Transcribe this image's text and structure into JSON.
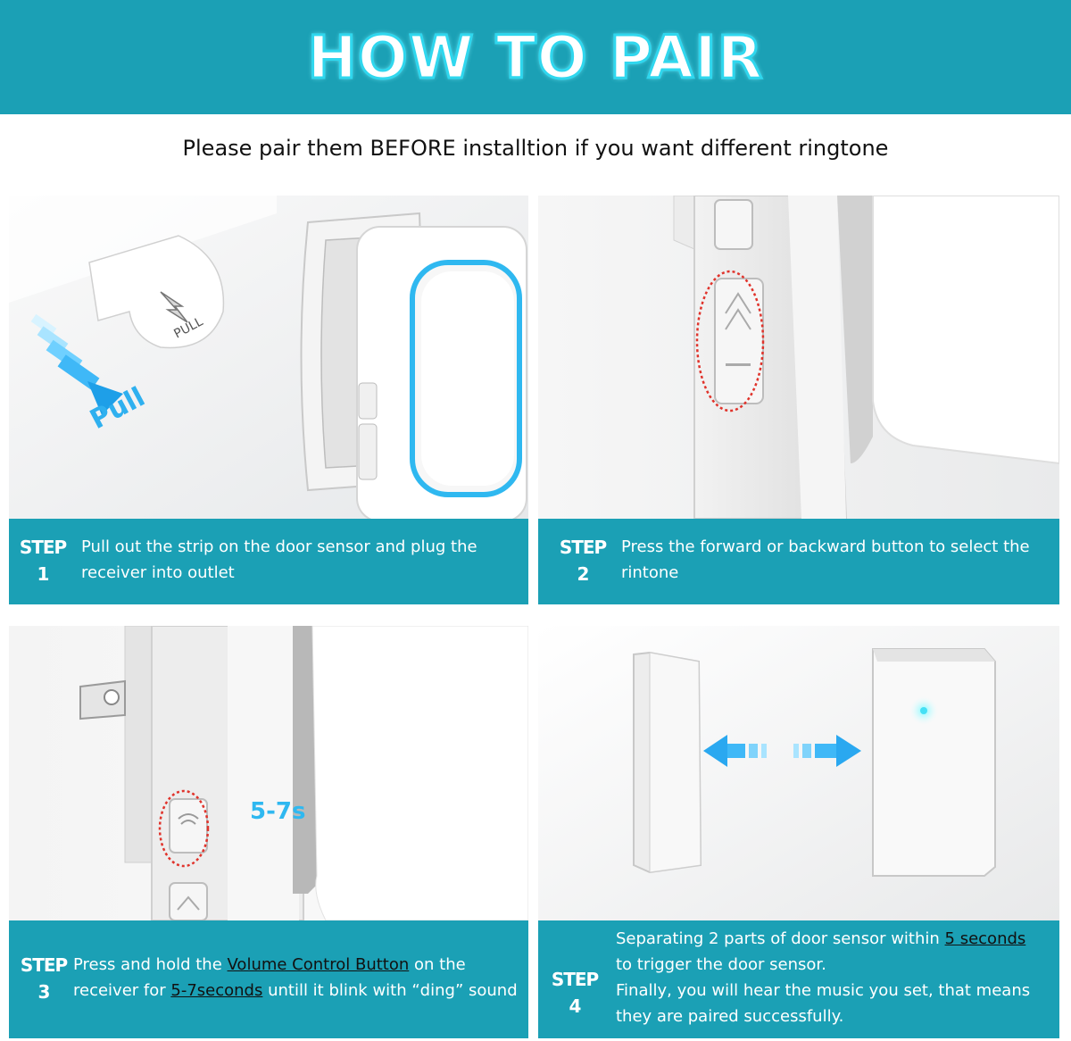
{
  "header": {
    "title": "HOW TO PAIR",
    "subtitle": "Please pair them BEFORE installtion if you want different ringtone"
  },
  "steps": [
    {
      "word": "STEP",
      "num": "1",
      "text": "Pull out the strip on the door sensor and plug the receiver into outlet"
    },
    {
      "word": "STEP",
      "num": "2",
      "text": "Press the forward or backward button to select the rintone"
    },
    {
      "word": "STEP",
      "num": "3",
      "line1_a": "Press and hold the ",
      "line1_link": "Volume Control Button",
      "line1_b": " on the",
      "line2_a": "receiver for ",
      "line2_link": "5-7seconds",
      "line2_b": " untill it blink with “ding” sound"
    },
    {
      "word": "STEP",
      "num": "4",
      "line1_a": "Separating 2 parts of door sensor within ",
      "line1_link": "5 seconds",
      "line2": "to trigger the door sensor.",
      "line3": "Finally, you will hear the music you set, that means",
      "line4": "they are paired successfully."
    }
  ],
  "illustrations": {
    "pull_tag_text": "PULL",
    "pull_arrow_text": "Pull",
    "timer_text": "5-7s"
  },
  "colors": {
    "accent": "#1ba0b5",
    "highlight_blue": "#2fb8f0",
    "dotted_circle": "#e0332b"
  }
}
